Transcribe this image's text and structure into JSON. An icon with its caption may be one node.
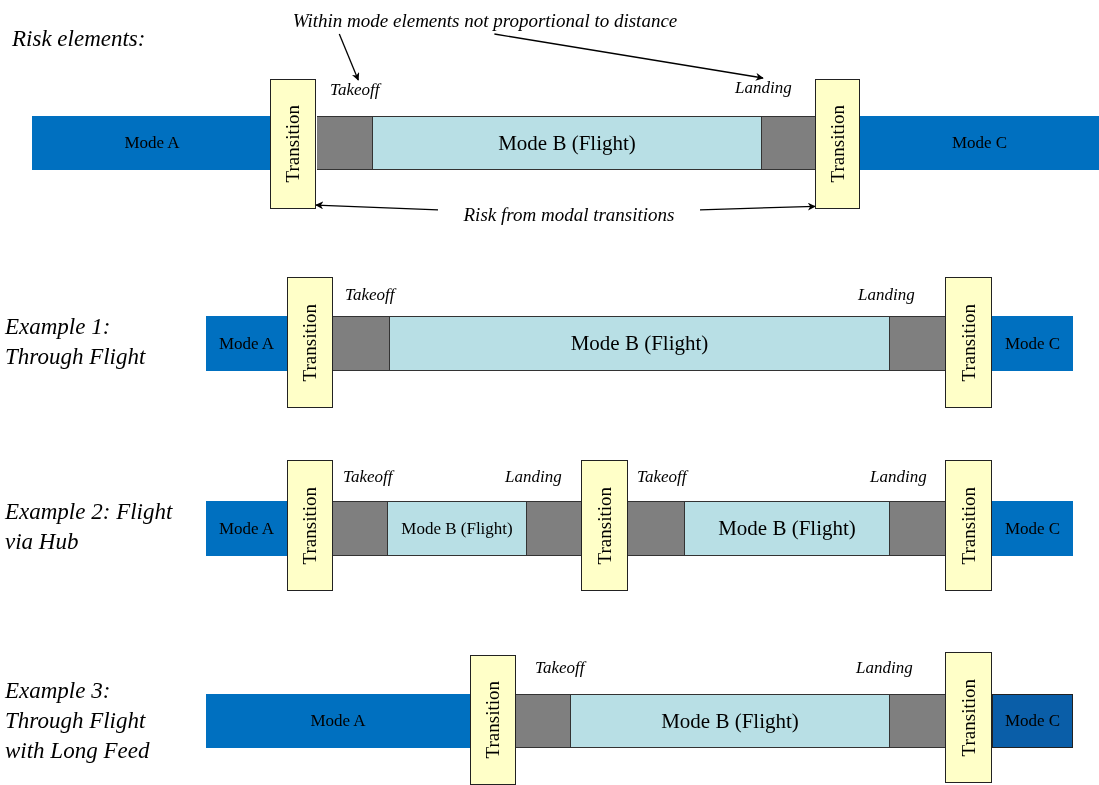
{
  "diagram": {
    "nodes": [
      {
        "text": [
          "Within mode elements not proportional to distance"
        ]
      },
      {
        "text": [
          "Mode A"
        ]
      },
      {
        "text": [
          "Transition"
        ]
      },
      {
        "text": [],
        "shape": "box",
        "beside": [
          "Takeoff"
        ]
      },
      {
        "text": [
          "Mode B (Flight)"
        ]
      },
      {
        "text": [],
        "shape": "box",
        "beside": [
          "Landing"
        ]
      },
      {
        "text": [
          "Transition"
        ]
      },
      {
        "text": [
          "Mode C"
        ]
      },
      {
        "text": [
          "Risk from modal transitions"
        ]
      },
      {
        "text": [
          "Mode A"
        ]
      },
      {
        "text": [
          "Transition"
        ]
      },
      {
        "text": [],
        "shape": "box",
        "beside": [
          "Takeoff"
        ]
      },
      {
        "text": [
          "Mode B (Flight)"
        ]
      },
      {
        "text": [],
        "shape": "box",
        "beside": [
          "Landing"
        ]
      },
      {
        "text": [
          "Transition"
        ]
      },
      {
        "text": [
          "Mode C"
        ]
      },
      {
        "text": [
          "Mode A"
        ]
      },
      {
        "text": [
          "Transition"
        ]
      },
      {
        "text": [],
        "shape": "box",
        "beside": [
          "Takeoff"
        ]
      },
      {
        "text": [
          "Mode B (Flight)"
        ]
      },
      {
        "text": [],
        "shape": "box",
        "beside": [
          "Landing"
        ]
      },
      {
        "text": [
          "Transition"
        ]
      },
      {
        "text": [],
        "shape": "box",
        "beside": [
          "Takeoff"
        ]
      },
      {
        "text": [
          "Mode B (Flight)"
        ]
      },
      {
        "text": [],
        "shape": "box",
        "beside": [
          "Landing"
        ]
      },
      {
        "text": [
          "Transition"
        ]
      },
      {
        "text": [
          "Mode C"
        ]
      },
      {
        "text": [
          "Mode A"
        ]
      },
      {
        "text": [
          "Transition"
        ]
      },
      {
        "text": [],
        "shape": "box",
        "beside": [
          "Takeoff"
        ]
      },
      {
        "text": [
          "Mode B (Flight)"
        ]
      },
      {
        "text": [],
        "shape": "box",
        "beside": [
          "Landing"
        ]
      },
      {
        "text": [
          "Transition"
        ]
      },
      {
        "text": [
          "Mode C"
        ]
      }
    ],
    "edges": [
      {
        "from": 0,
        "to": 3,
        "arrow": "to"
      },
      {
        "from": 0,
        "to": 5,
        "arrow": "to"
      },
      {
        "from": 8,
        "to": 2,
        "arrow": "to"
      },
      {
        "from": 8,
        "to": 6,
        "arrow": "to"
      }
    ],
    "labels": [
      "Risk elements:",
      "Example 1: Through Flight",
      "Example 2: Flight via Hub",
      "Example 3: Through Flight with Long Feed"
    ]
  }
}
